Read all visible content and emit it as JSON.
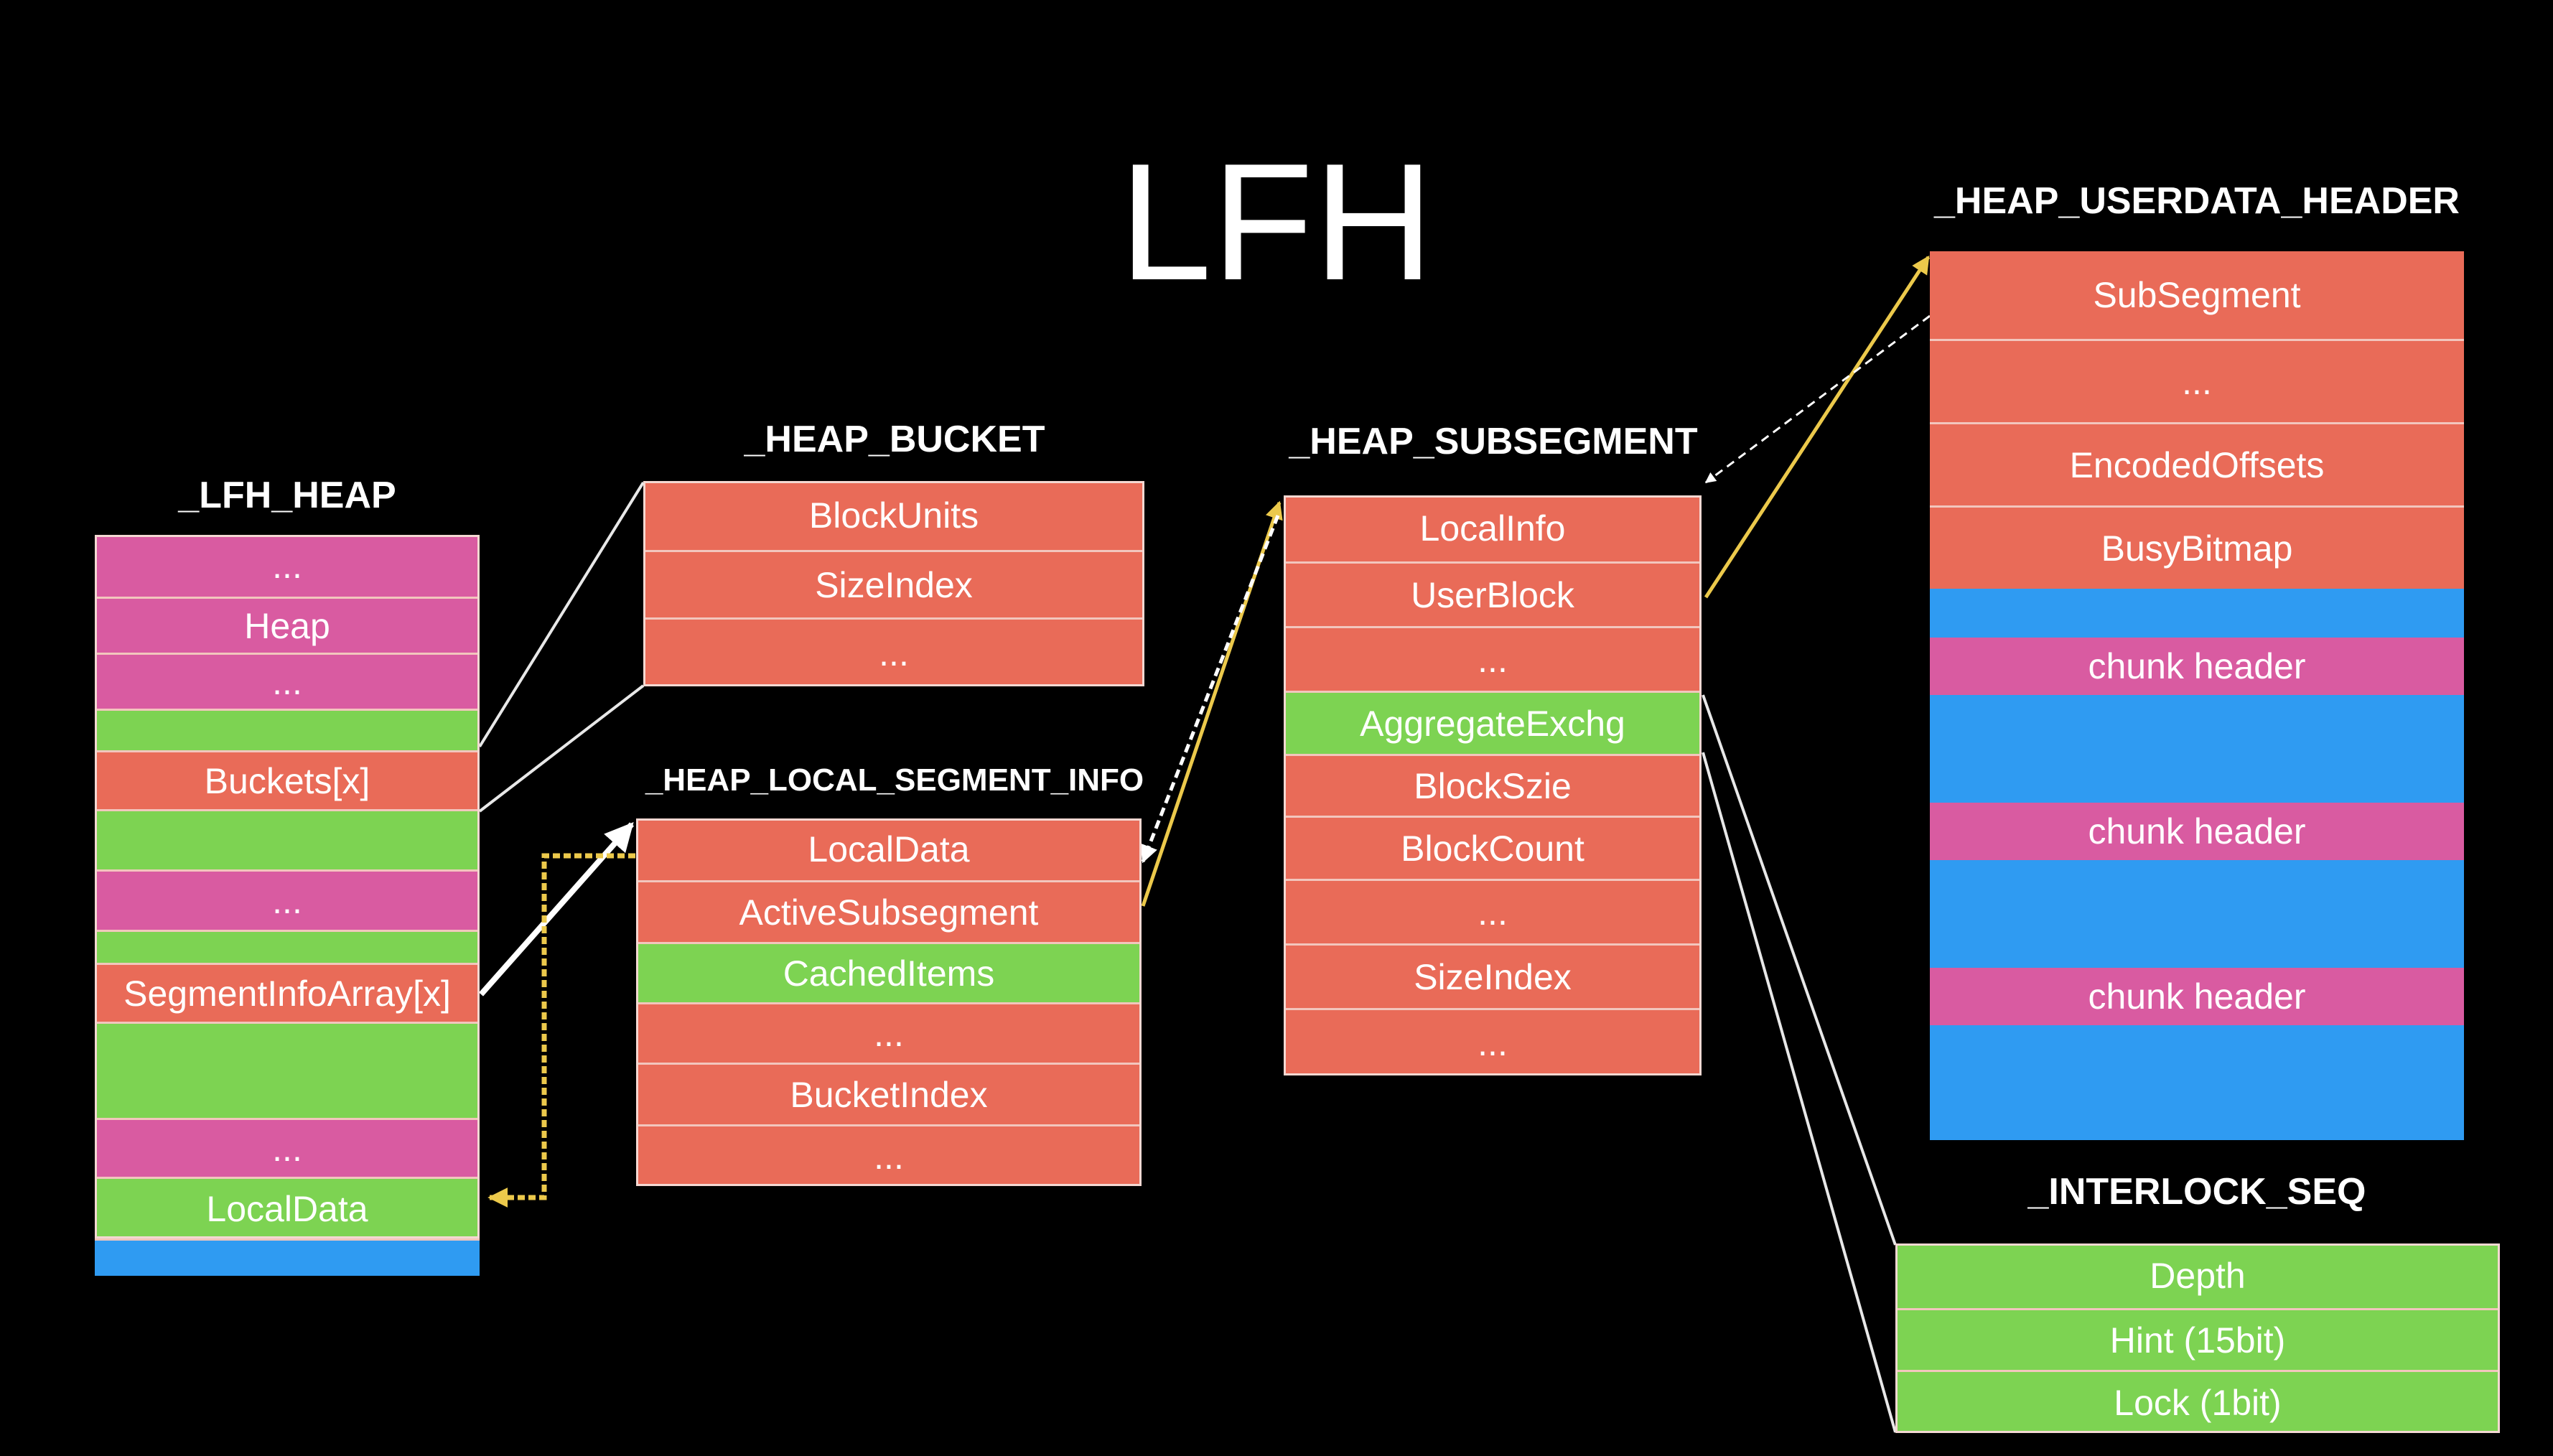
{
  "title": "LFH",
  "lfh_heap": {
    "title": "_LFH_HEAP",
    "fields": [
      "...",
      "Heap",
      "...",
      "",
      "Buckets[x]",
      "",
      "...",
      "",
      "SegmentInfoArray[x]",
      "",
      "...",
      "LocalData",
      ""
    ]
  },
  "heap_bucket": {
    "title": "_HEAP_BUCKET",
    "fields": [
      "BlockUnits",
      "SizeIndex",
      "..."
    ]
  },
  "local_segment_info": {
    "title": "_HEAP_LOCAL_SEGMENT_INFO",
    "fields": [
      "LocalData",
      "ActiveSubsegment",
      "CachedItems",
      "...",
      "BucketIndex",
      "..."
    ]
  },
  "subsegment": {
    "title": "_HEAP_SUBSEGMENT",
    "fields": [
      "LocalInfo",
      "UserBlock",
      "...",
      "AggregateExchg",
      "BlockSzie",
      "BlockCount",
      "...",
      "SizeIndex",
      "..."
    ]
  },
  "userdata_header": {
    "title": "_HEAP_USERDATA_HEADER",
    "fields": [
      "SubSegment",
      "...",
      "EncodedOffsets",
      "BusyBitmap",
      "",
      "chunk header",
      "",
      "chunk header",
      "",
      "chunk header",
      ""
    ]
  },
  "interlock_seq": {
    "title": "_INTERLOCK_SEQ",
    "fields": [
      "Depth",
      "Hint (15bit)",
      "Lock (1bit)"
    ]
  },
  "colors": {
    "field_red": "#e96b58",
    "field_pink": "#d95ba1",
    "field_green": "#7dd352",
    "field_blue": "#2f9bf2",
    "arrow_white": "#ffffff",
    "arrow_yellow": "#ecc94b"
  }
}
